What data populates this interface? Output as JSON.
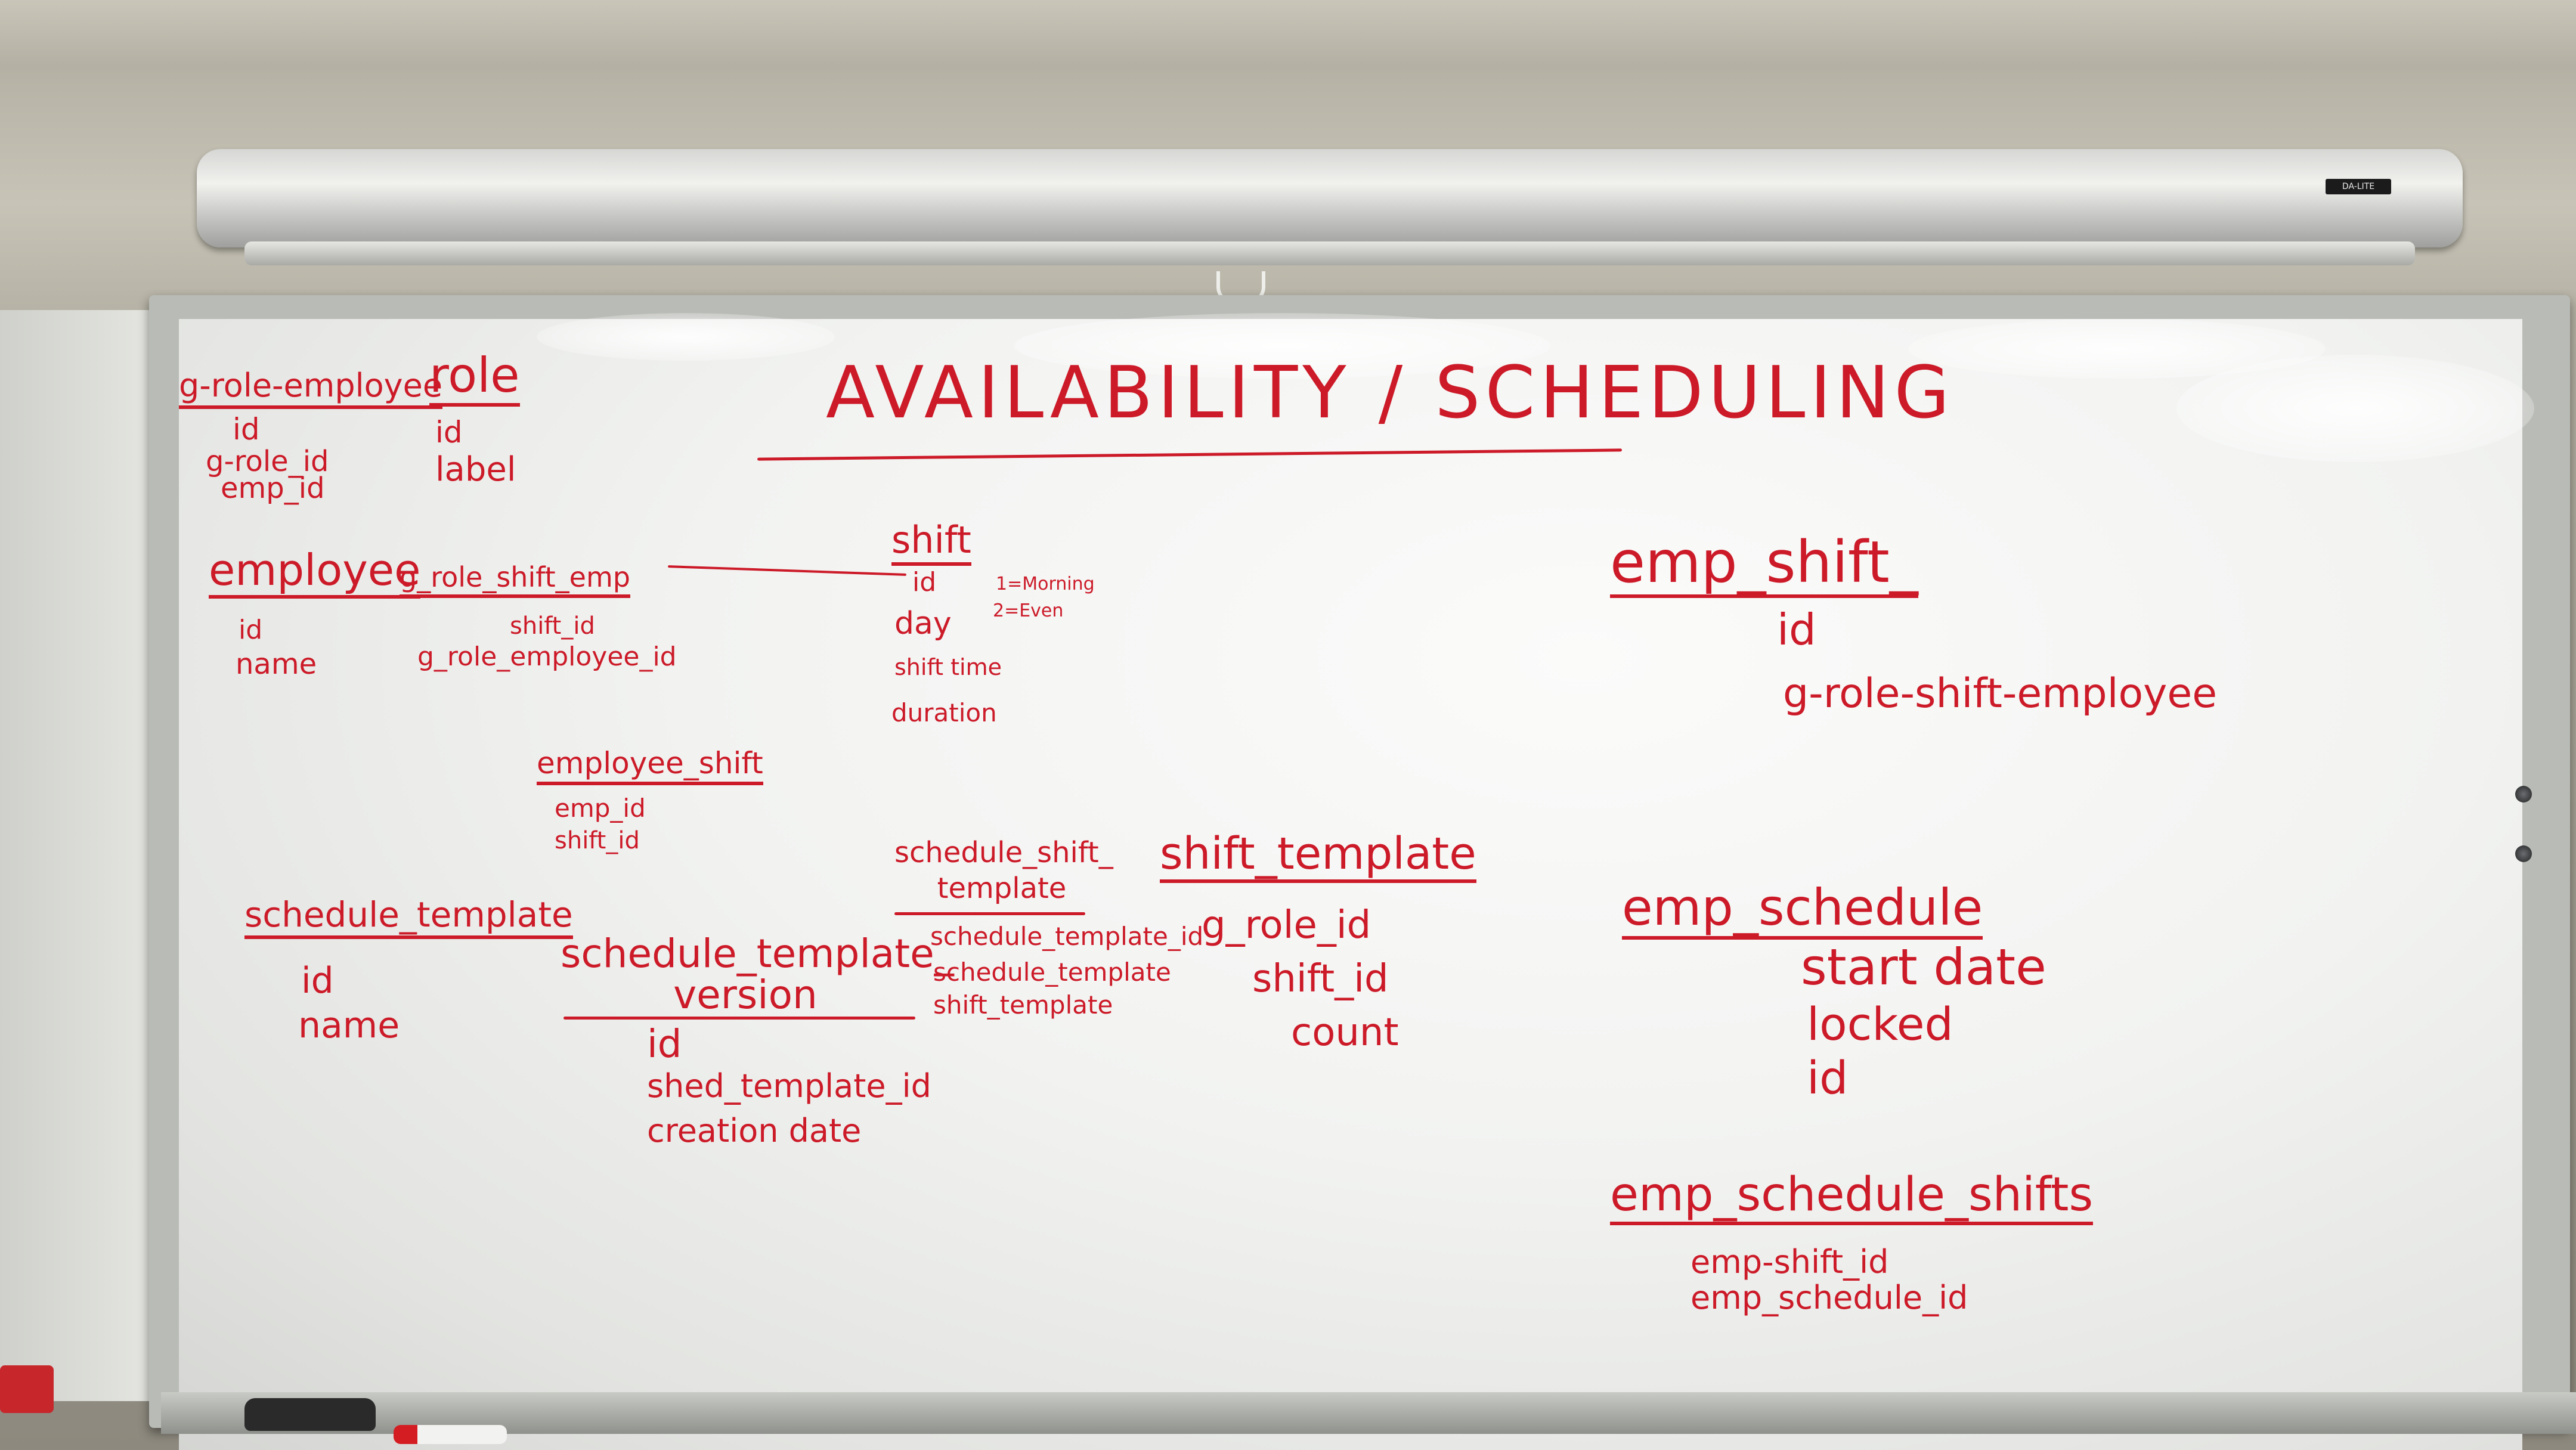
{
  "projector": {
    "badge": "DA-LITE"
  },
  "board": {
    "title": "AVAILABILITY / SCHEDULING",
    "tables": {
      "g_role_employee": {
        "name": "g-role-employee",
        "fields": [
          "id",
          "g-role_id",
          "emp_id"
        ]
      },
      "role": {
        "name": "role",
        "fields": [
          "id",
          "label"
        ]
      },
      "employee": {
        "name": "employee",
        "fields": [
          "id",
          "name"
        ]
      },
      "g_role_shift_emp": {
        "name": "g_role_shift_emp",
        "fields": [
          "shift_id",
          "g_role_employee_id"
        ]
      },
      "shift": {
        "name": "shift",
        "fields": [
          "id",
          "day",
          "shift time",
          "duration"
        ],
        "notes": [
          "1=Morning",
          "2=Even"
        ]
      },
      "emp_shift": {
        "name": "emp_shift_",
        "fields": [
          "id",
          "g-role-shift-employee"
        ]
      },
      "employee_shift": {
        "name": "employee_shift",
        "fields": [
          "emp_id",
          "shift_id"
        ]
      },
      "schedule_template": {
        "name": "schedule_template",
        "fields": [
          "id",
          "name"
        ]
      },
      "schedule_template_version": {
        "name": "schedule_template_ version",
        "fields": [
          "id",
          "shed_template_id",
          "creation date"
        ]
      },
      "schedule_shift_template": {
        "name": "schedule_shift_ template",
        "fields": [
          "schedule_template_id",
          "schedule_template",
          "shift_template"
        ]
      },
      "shift_template": {
        "name": "shift_template",
        "fields": [
          "g_role_id",
          "shift_id",
          "count"
        ]
      },
      "emp_schedule": {
        "name": "emp_schedule",
        "fields": [
          "start date",
          "locked",
          "id"
        ]
      },
      "emp_schedule_shifts": {
        "name": "emp_schedule_shifts",
        "fields": [
          "emp-shift_id",
          "emp_schedule_id"
        ]
      }
    }
  }
}
